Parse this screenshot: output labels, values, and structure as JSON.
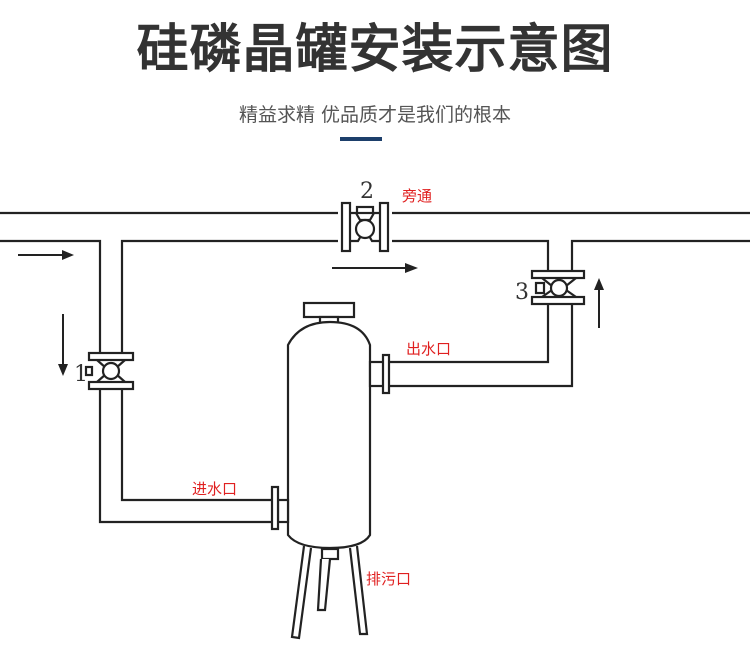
{
  "header": {
    "title": "硅磷晶罐安装示意图",
    "subtitle": "精益求精  优品质才是我们的根本",
    "accent_color": "#1d3f6b"
  },
  "diagram": {
    "valves": [
      {
        "number": "1",
        "position": "left branch"
      },
      {
        "number": "2",
        "position": "bypass"
      },
      {
        "number": "3",
        "position": "right branch"
      }
    ],
    "labels": {
      "bypass": "旁通",
      "outlet": "出水口",
      "inlet": "进水口",
      "drain": "排污口"
    },
    "label_color": "#e02020",
    "line_color": "#222222",
    "flow_arrows": [
      "right (main inlet)",
      "down (left branch)",
      "right (bypass)",
      "up (right branch)"
    ]
  }
}
